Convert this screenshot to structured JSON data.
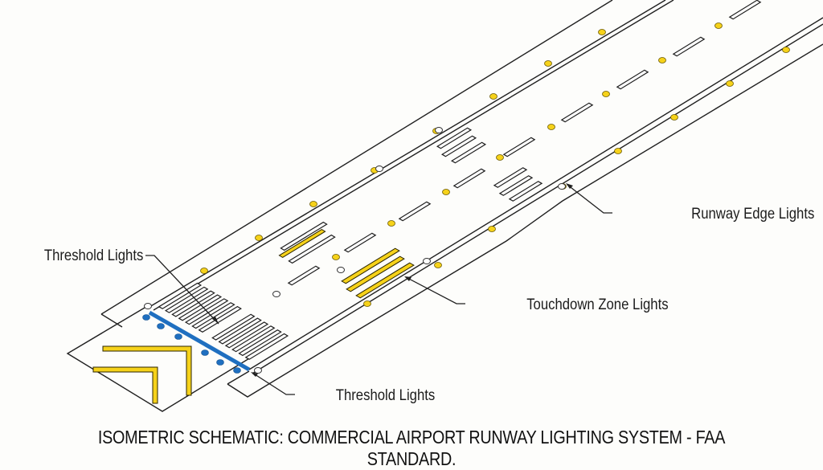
{
  "diagram": {
    "title": "Isometric schematic of runway lighting",
    "callouts": {
      "threshold_top": "Threshold Lights",
      "threshold_bottom": "Threshold Lights",
      "edge": "Runway Edge Lights",
      "touchdown": "Touchdown Zone Lights"
    },
    "colors": {
      "centerline_lights": "#f6d21a",
      "touchdown_bars": "#f6d21a",
      "threshold_bar": "#1f6fc0",
      "approach_chevrons": "#f6d21a",
      "outline": "#1f1f1f"
    },
    "legend_items": [
      "Threshold Lights",
      "Runway Edge Lights",
      "Touchdown Zone Lights"
    ]
  },
  "caption": "ISOMETRIC SCHEMATIC: COMMERCIAL AIRPORT RUNWAY LIGHTING SYSTEM - FAA STANDARD."
}
